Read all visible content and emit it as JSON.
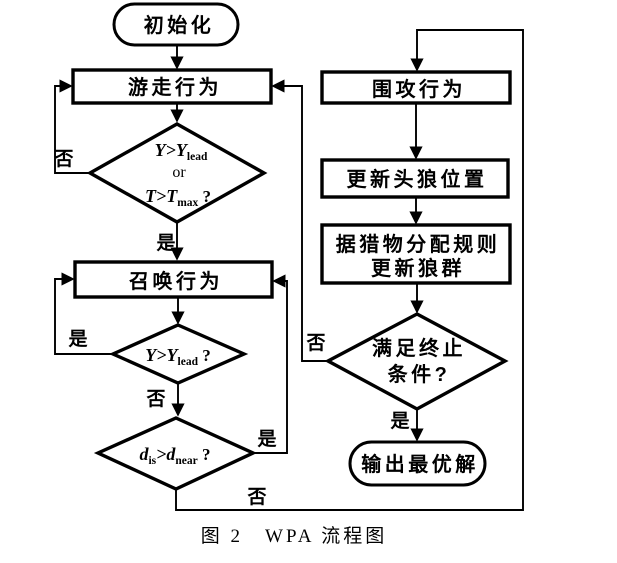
{
  "caption": "图 2　WPA 流程图",
  "nodes": {
    "init": "初始化",
    "wander": "游走行为",
    "decision1": {
      "line1_main": "Y>Y",
      "line1_sub": "lead",
      "line2": "or",
      "line3_main": "T>T",
      "line3_sub": "max",
      "line3_q": " ?"
    },
    "summon": "召唤行为",
    "decision2": {
      "main": "Y>Y",
      "sub": "lead",
      "q": " ?"
    },
    "decision3": {
      "p1": "d",
      "sub1": "is",
      "p2": ">d",
      "sub2": "near",
      "q": " ?"
    },
    "siege": "围攻行为",
    "update_lead": "更新头狼位置",
    "update_pack_line1": "据猎物分配规则",
    "update_pack_line2": "更新狼群",
    "terminate_line1": "满足终止",
    "terminate_line2": "条件?",
    "output": "输出最优解"
  },
  "labels": {
    "d1_no": "否",
    "d1_yes": "是",
    "d2_yes": "是",
    "d2_no": "否",
    "d3_yes": "是",
    "d3_no": "否",
    "term_no": "否",
    "term_yes": "是"
  },
  "colors": {
    "stroke": "#000000",
    "shape_fill": "#ffffff",
    "background": "#ffffff"
  }
}
